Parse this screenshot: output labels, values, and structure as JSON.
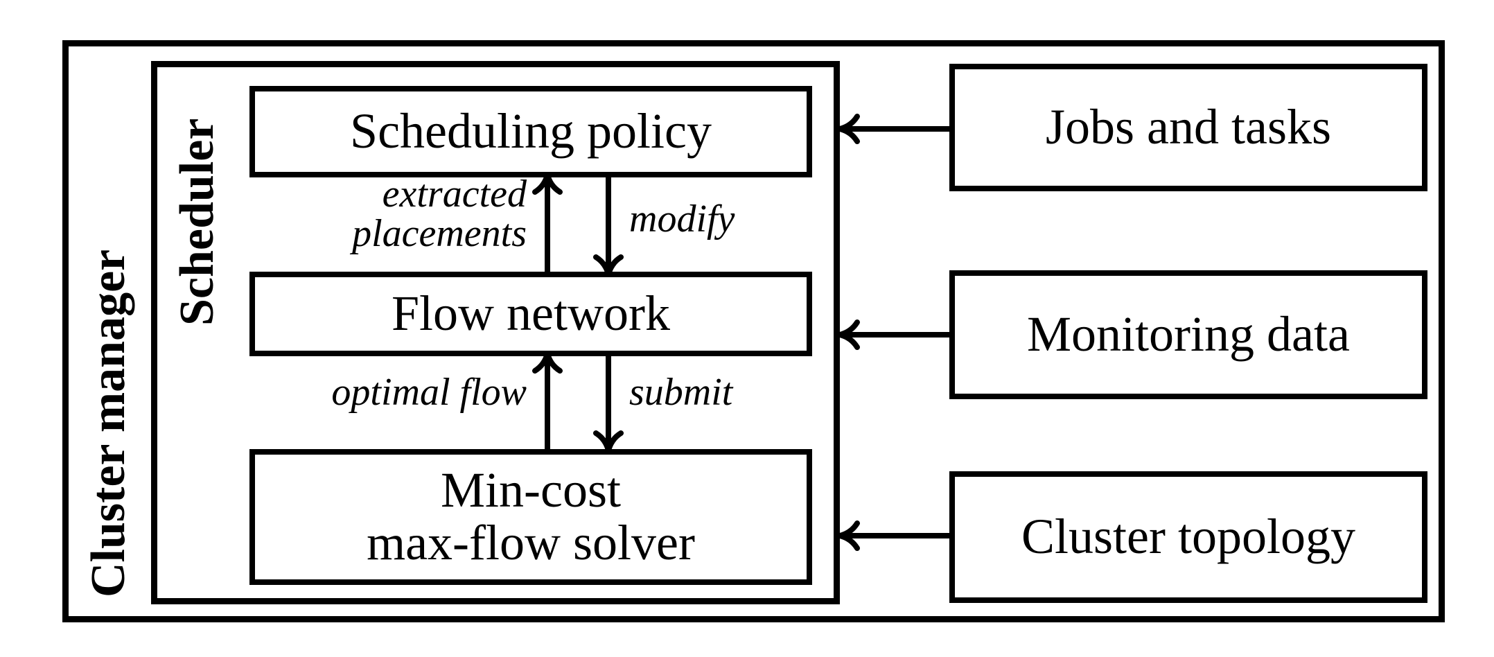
{
  "diagram": {
    "title_outer": "Cluster manager",
    "title_inner": "Scheduler",
    "nodes": {
      "scheduling_policy": "Scheduling policy",
      "flow_network": "Flow network",
      "solver_line1": "Min-cost",
      "solver_line2": "max-flow solver"
    },
    "inputs": {
      "jobs_and_tasks": "Jobs and tasks",
      "monitoring_data": "Monitoring data",
      "cluster_topology": "Cluster topology"
    },
    "edge_labels": {
      "extracted_placements": "extracted\nplacements",
      "modify": "modify",
      "optimal_flow": "optimal flow",
      "submit": "submit"
    },
    "colors": {
      "stroke": "#000000",
      "background": "#ffffff"
    }
  }
}
